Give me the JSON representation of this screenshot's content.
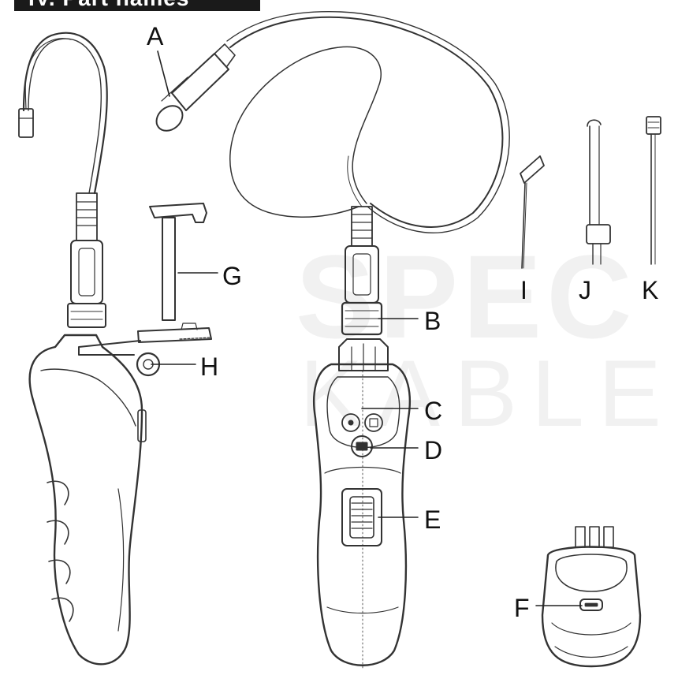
{
  "title": "IV. Part names",
  "watermark": {
    "line1": "SPEC",
    "line2": "KABLE"
  },
  "labels": {
    "A": "A",
    "B": "B",
    "C": "C",
    "D": "D",
    "E": "E",
    "F": "F",
    "G": "G",
    "H": "H",
    "I": "I",
    "J": "J",
    "K": "K"
  }
}
